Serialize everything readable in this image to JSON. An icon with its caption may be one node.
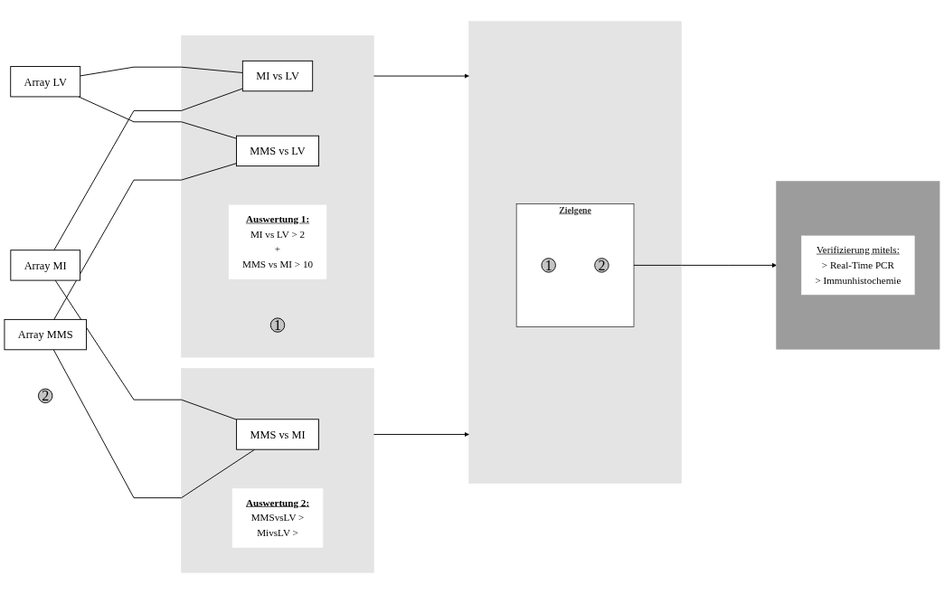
{
  "diagram": {
    "nodes": [
      {
        "text": [
          "Array LV"
        ]
      },
      {
        "text": [
          "Array MI"
        ]
      },
      {
        "text": [
          "Array MMS"
        ]
      },
      {
        "text": [],
        "shape": "box"
      },
      {
        "text": [
          "MI vs LV"
        ],
        "in": 3
      },
      {
        "text": [
          "MMS vs LV"
        ],
        "in": 3
      },
      {
        "text": [
          "Auswertung 1:",
          "MI vs LV > 2",
          "+",
          "MMS vs MI > 10"
        ],
        "in": 3
      },
      {
        "text": [
          "1"
        ],
        "in": 3
      },
      {
        "text": [],
        "shape": "box"
      },
      {
        "text": [
          "MMS vs MI"
        ],
        "in": 8
      },
      {
        "text": [
          "Auswertung 2:",
          "MMSvsLV >",
          "MivsLV >"
        ],
        "in": 8
      },
      {
        "text": [
          "2"
        ]
      },
      {
        "text": [],
        "shape": "box"
      },
      {
        "text": [
          "Zielgene"
        ],
        "in": 12
      },
      {
        "text": [
          "1"
        ],
        "in": 13
      },
      {
        "text": [
          "2"
        ],
        "in": 13
      },
      {
        "text": [],
        "shape": "box"
      },
      {
        "text": [
          "Verifizierung mitels:",
          "> Real-Time PCR",
          "> Immunhistochemie"
        ],
        "in": 16
      }
    ],
    "edges": [
      {
        "from": 0,
        "to": 4,
        "arrow": "none"
      },
      {
        "from": 0,
        "to": 5,
        "arrow": "none"
      },
      {
        "from": 1,
        "to": 4,
        "arrow": "none"
      },
      {
        "from": 1,
        "to": 9,
        "arrow": "none"
      },
      {
        "from": 2,
        "to": 5,
        "arrow": "none"
      },
      {
        "from": 2,
        "to": 9,
        "arrow": "none"
      },
      {
        "from": 3,
        "to": 12,
        "arrow": "to"
      },
      {
        "from": 8,
        "to": 12,
        "arrow": "to"
      },
      {
        "from": 13,
        "to": 16,
        "arrow": "to"
      }
    ]
  }
}
